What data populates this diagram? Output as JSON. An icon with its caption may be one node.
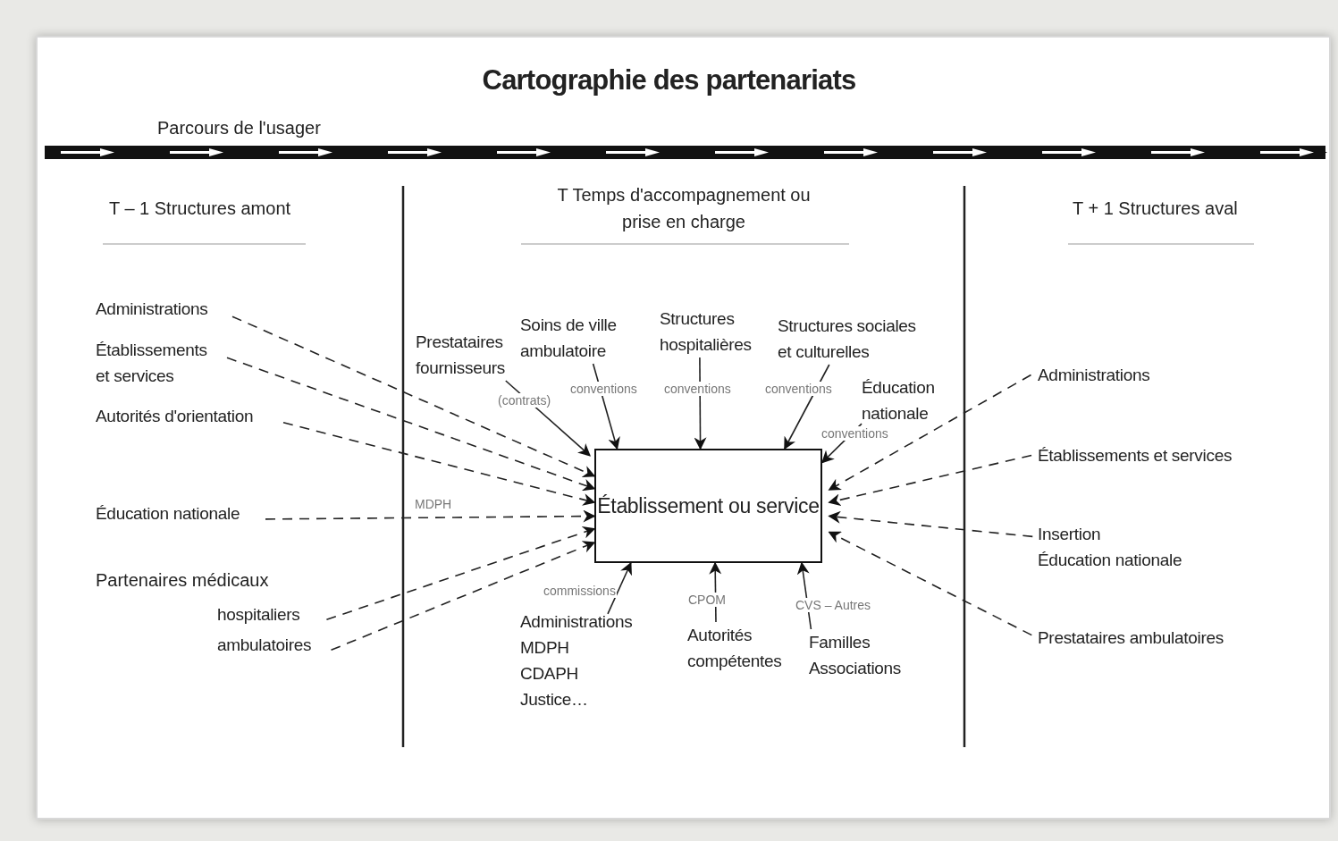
{
  "diagram": {
    "title": "Cartographie des partenariats",
    "nodes": [
      {
        "text": [
          "Établissement ou service"
        ]
      },
      {
        "text": [
          "Administrations"
        ]
      },
      {
        "text": [
          "Établissements et services"
        ]
      },
      {
        "text": [
          "Autorités d'orientation"
        ]
      },
      {
        "text": [
          "Éducation nationale"
        ]
      },
      {
        "text": [
          "hospitaliers"
        ]
      },
      {
        "text": [
          "ambulatoires"
        ]
      },
      {
        "text": [
          "Prestataires fournisseurs"
        ]
      },
      {
        "text": [
          "Soins de ville ambulatoire"
        ]
      },
      {
        "text": [
          "Structures hospitalières"
        ]
      },
      {
        "text": [
          "Structures sociales et culturelles"
        ]
      },
      {
        "text": [
          "Éducation nationale"
        ]
      },
      {
        "text": [
          "Administrations",
          "MDPH",
          "CDAPH",
          "Justice…"
        ]
      },
      {
        "text": [
          "Autorités compétentes"
        ]
      },
      {
        "text": [
          "Familles",
          "Associations"
        ]
      },
      {
        "text": [
          "Administrations"
        ]
      },
      {
        "text": [
          "Établissements et services"
        ]
      },
      {
        "text": [
          "Insertion",
          "Éducation nationale"
        ]
      },
      {
        "text": [
          "Prestataires ambulatoires"
        ]
      }
    ],
    "edges": [
      {
        "from": 1,
        "to": 0,
        "arrow": "to",
        "style": "dashed"
      },
      {
        "from": 2,
        "to": 0,
        "arrow": "to",
        "style": "dashed"
      },
      {
        "from": 3,
        "to": 0,
        "arrow": "to",
        "style": "dashed"
      },
      {
        "from": 4,
        "to": 0,
        "arrow": "to",
        "style": "dashed",
        "label": "MDPH"
      },
      {
        "from": 5,
        "to": 0,
        "arrow": "to",
        "style": "dashed"
      },
      {
        "from": 6,
        "to": 0,
        "arrow": "to",
        "style": "dashed"
      },
      {
        "from": 7,
        "to": 0,
        "arrow": "to",
        "label": "(contrats)"
      },
      {
        "from": 8,
        "to": 0,
        "arrow": "to",
        "label": "conventions"
      },
      {
        "from": 9,
        "to": 0,
        "arrow": "to",
        "label": "conventions"
      },
      {
        "from": 10,
        "to": 0,
        "arrow": "to",
        "label": "conventions"
      },
      {
        "from": 11,
        "to": 0,
        "arrow": "to",
        "label": "conventions"
      },
      {
        "from": 12,
        "to": 0,
        "arrow": "to",
        "label": "commissions"
      },
      {
        "from": 13,
        "to": 0,
        "arrow": "to",
        "label": "CPOM"
      },
      {
        "from": 14,
        "to": 0,
        "arrow": "to",
        "label": "CVS – Autres"
      },
      {
        "from": 15,
        "to": 0,
        "arrow": "to",
        "style": "dashed"
      },
      {
        "from": 16,
        "to": 0,
        "arrow": "to",
        "style": "dashed"
      },
      {
        "from": 17,
        "to": 0,
        "arrow": "to",
        "style": "dashed"
      },
      {
        "from": 18,
        "to": 0,
        "arrow": "to",
        "style": "dashed"
      }
    ],
    "labels": [
      "Parcours de l'usager",
      "T – 1 Structures amont",
      "T Temps d'accompagnement ou prise en charge",
      "T + 1 Structures aval",
      "Partenaires médicaux"
    ]
  }
}
